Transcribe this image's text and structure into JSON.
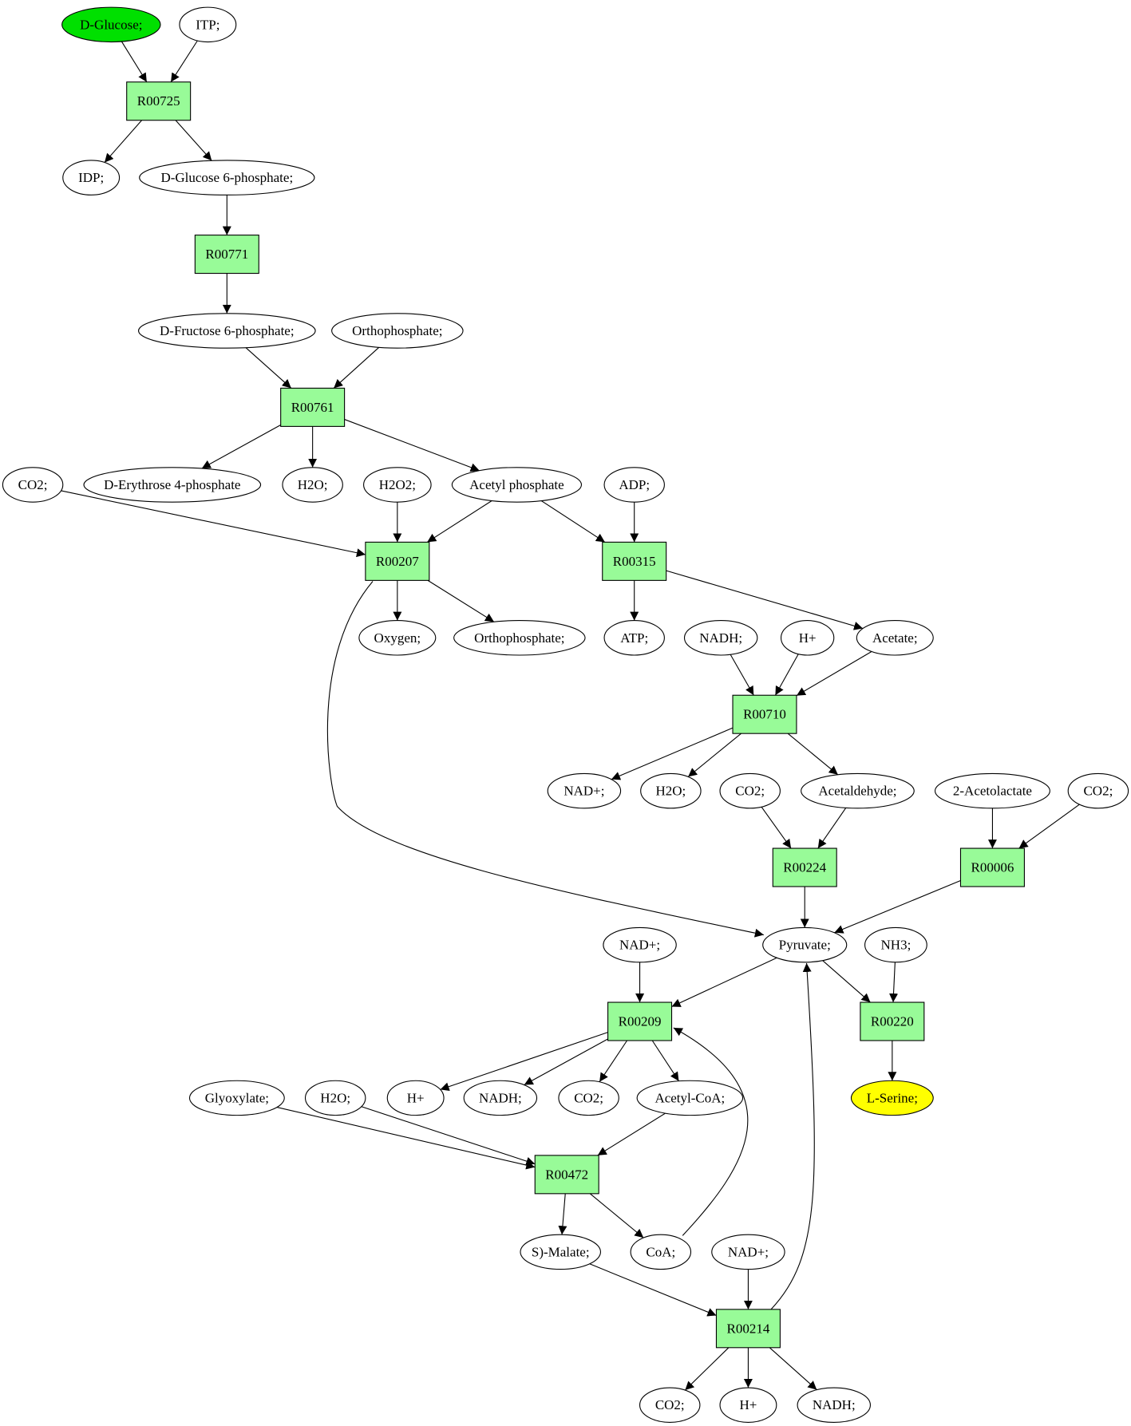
{
  "colors": {
    "reaction_fill": "#98fb98",
    "metabolite_fill": "#ffffff",
    "source_fill": "#00e000",
    "target_fill": "#ffff00",
    "stroke": "#000000"
  },
  "nodes": [
    {
      "id": "n_glc",
      "label": "D-Glucose;",
      "kind": "source"
    },
    {
      "id": "n_itp",
      "label": "ITP;",
      "kind": "metabolite"
    },
    {
      "id": "r_00725",
      "label": "R00725",
      "kind": "reaction"
    },
    {
      "id": "n_idp",
      "label": "IDP;",
      "kind": "metabolite"
    },
    {
      "id": "n_g6p",
      "label": "D-Glucose 6-phosphate;",
      "kind": "metabolite"
    },
    {
      "id": "r_00771",
      "label": "R00771",
      "kind": "reaction"
    },
    {
      "id": "n_f6p",
      "label": "D-Fructose 6-phosphate;",
      "kind": "metabolite"
    },
    {
      "id": "n_pi1",
      "label": "Orthophosphate;",
      "kind": "metabolite"
    },
    {
      "id": "r_00761",
      "label": "R00761",
      "kind": "reaction"
    },
    {
      "id": "n_e4p",
      "label": "D-Erythrose 4-phosphate",
      "kind": "metabolite"
    },
    {
      "id": "n_h2o1",
      "label": "H2O;",
      "kind": "metabolite"
    },
    {
      "id": "n_acp",
      "label": "Acetyl phosphate",
      "kind": "metabolite"
    },
    {
      "id": "n_co2a",
      "label": "CO2;",
      "kind": "metabolite"
    },
    {
      "id": "n_h2o2",
      "label": "H2O2;",
      "kind": "metabolite"
    },
    {
      "id": "n_adp",
      "label": "ADP;",
      "kind": "metabolite"
    },
    {
      "id": "r_00207",
      "label": "R00207",
      "kind": "reaction"
    },
    {
      "id": "r_00315",
      "label": "R00315",
      "kind": "reaction"
    },
    {
      "id": "n_o2",
      "label": "Oxygen;",
      "kind": "metabolite"
    },
    {
      "id": "n_pi2",
      "label": "Orthophosphate;",
      "kind": "metabolite"
    },
    {
      "id": "n_atp",
      "label": "ATP;",
      "kind": "metabolite"
    },
    {
      "id": "n_nadh1",
      "label": "NADH;",
      "kind": "metabolite"
    },
    {
      "id": "n_hp1",
      "label": "H+",
      "kind": "metabolite"
    },
    {
      "id": "n_ac",
      "label": "Acetate;",
      "kind": "metabolite"
    },
    {
      "id": "r_00710",
      "label": "R00710",
      "kind": "reaction"
    },
    {
      "id": "n_nadp1",
      "label": "NAD+;",
      "kind": "metabolite"
    },
    {
      "id": "n_h2o3",
      "label": "H2O;",
      "kind": "metabolite"
    },
    {
      "id": "n_co2b",
      "label": "CO2;",
      "kind": "metabolite"
    },
    {
      "id": "n_acald",
      "label": "Acetaldehyde;",
      "kind": "metabolite"
    },
    {
      "id": "n_alac",
      "label": "2-Acetolactate",
      "kind": "metabolite"
    },
    {
      "id": "n_co2c",
      "label": "CO2;",
      "kind": "metabolite"
    },
    {
      "id": "r_00224",
      "label": "R00224",
      "kind": "reaction"
    },
    {
      "id": "r_00006",
      "label": "R00006",
      "kind": "reaction"
    },
    {
      "id": "n_nadp2",
      "label": "NAD+;",
      "kind": "metabolite"
    },
    {
      "id": "n_pyr",
      "label": "Pyruvate;",
      "kind": "metabolite"
    },
    {
      "id": "n_nh3",
      "label": "NH3;",
      "kind": "metabolite"
    },
    {
      "id": "r_00209",
      "label": "R00209",
      "kind": "reaction"
    },
    {
      "id": "r_00220",
      "label": "R00220",
      "kind": "reaction"
    },
    {
      "id": "n_ser",
      "label": "L-Serine;",
      "kind": "target"
    },
    {
      "id": "n_glx",
      "label": "Glyoxylate;",
      "kind": "metabolite"
    },
    {
      "id": "n_h2o4",
      "label": "H2O;",
      "kind": "metabolite"
    },
    {
      "id": "n_hp2",
      "label": "H+",
      "kind": "metabolite"
    },
    {
      "id": "n_nadh2",
      "label": "NADH;",
      "kind": "metabolite"
    },
    {
      "id": "n_co2d",
      "label": "CO2;",
      "kind": "metabolite"
    },
    {
      "id": "n_accoa",
      "label": "Acetyl-CoA;",
      "kind": "metabolite"
    },
    {
      "id": "r_00472",
      "label": "R00472",
      "kind": "reaction"
    },
    {
      "id": "n_mal",
      "label": "S)-Malate;",
      "kind": "metabolite"
    },
    {
      "id": "n_coa",
      "label": "CoA;",
      "kind": "metabolite"
    },
    {
      "id": "n_nadp3",
      "label": "NAD+;",
      "kind": "metabolite"
    },
    {
      "id": "r_00214",
      "label": "R00214",
      "kind": "reaction"
    },
    {
      "id": "n_co2e",
      "label": "CO2;",
      "kind": "metabolite"
    },
    {
      "id": "n_hp3",
      "label": "H+",
      "kind": "metabolite"
    },
    {
      "id": "n_nadh3",
      "label": "NADH;",
      "kind": "metabolite"
    }
  ],
  "edges": [
    {
      "from": "n_glc",
      "to": "r_00725"
    },
    {
      "from": "n_itp",
      "to": "r_00725"
    },
    {
      "from": "r_00725",
      "to": "n_idp"
    },
    {
      "from": "r_00725",
      "to": "n_g6p"
    },
    {
      "from": "n_g6p",
      "to": "r_00771"
    },
    {
      "from": "r_00771",
      "to": "n_f6p"
    },
    {
      "from": "n_f6p",
      "to": "r_00761"
    },
    {
      "from": "n_pi1",
      "to": "r_00761"
    },
    {
      "from": "r_00761",
      "to": "n_e4p"
    },
    {
      "from": "r_00761",
      "to": "n_h2o1"
    },
    {
      "from": "r_00761",
      "to": "n_acp"
    },
    {
      "from": "n_co2a",
      "to": "r_00207"
    },
    {
      "from": "n_h2o2",
      "to": "r_00207"
    },
    {
      "from": "n_acp",
      "to": "r_00207"
    },
    {
      "from": "n_acp",
      "to": "r_00315"
    },
    {
      "from": "n_adp",
      "to": "r_00315"
    },
    {
      "from": "r_00207",
      "to": "n_o2"
    },
    {
      "from": "r_00207",
      "to": "n_pi2"
    },
    {
      "from": "r_00207",
      "to": "n_pyr"
    },
    {
      "from": "r_00315",
      "to": "n_atp"
    },
    {
      "from": "r_00315",
      "to": "n_ac"
    },
    {
      "from": "n_nadh1",
      "to": "r_00710"
    },
    {
      "from": "n_hp1",
      "to": "r_00710"
    },
    {
      "from": "n_ac",
      "to": "r_00710"
    },
    {
      "from": "r_00710",
      "to": "n_nadp1"
    },
    {
      "from": "r_00710",
      "to": "n_h2o3"
    },
    {
      "from": "r_00710",
      "to": "n_acald"
    },
    {
      "from": "n_co2b",
      "to": "r_00224"
    },
    {
      "from": "n_acald",
      "to": "r_00224"
    },
    {
      "from": "n_alac",
      "to": "r_00006"
    },
    {
      "from": "n_co2c",
      "to": "r_00006"
    },
    {
      "from": "r_00224",
      "to": "n_pyr"
    },
    {
      "from": "r_00006",
      "to": "n_pyr"
    },
    {
      "from": "n_nadp2",
      "to": "r_00209"
    },
    {
      "from": "n_pyr",
      "to": "r_00209"
    },
    {
      "from": "n_pyr",
      "to": "r_00220"
    },
    {
      "from": "n_nh3",
      "to": "r_00220"
    },
    {
      "from": "r_00220",
      "to": "n_ser"
    },
    {
      "from": "r_00209",
      "to": "n_hp2"
    },
    {
      "from": "r_00209",
      "to": "n_nadh2"
    },
    {
      "from": "r_00209",
      "to": "n_co2d"
    },
    {
      "from": "r_00209",
      "to": "n_accoa"
    },
    {
      "from": "n_glx",
      "to": "r_00472"
    },
    {
      "from": "n_h2o4",
      "to": "r_00472"
    },
    {
      "from": "n_accoa",
      "to": "r_00472"
    },
    {
      "from": "r_00472",
      "to": "n_mal"
    },
    {
      "from": "r_00472",
      "to": "n_coa"
    },
    {
      "from": "n_coa",
      "to": "r_00209"
    },
    {
      "from": "n_mal",
      "to": "r_00214"
    },
    {
      "from": "n_nadp3",
      "to": "r_00214"
    },
    {
      "from": "r_00214",
      "to": "n_co2e"
    },
    {
      "from": "r_00214",
      "to": "n_hp3"
    },
    {
      "from": "r_00214",
      "to": "n_nadh3"
    },
    {
      "from": "r_00214",
      "to": "n_pyr"
    }
  ]
}
